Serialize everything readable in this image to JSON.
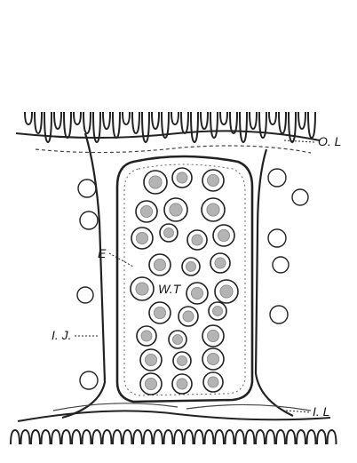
{
  "figure": {
    "labels": {
      "ol": "O. L",
      "il": "I. L",
      "e": "E",
      "wt": "W.T",
      "ij": "I. J."
    }
  }
}
